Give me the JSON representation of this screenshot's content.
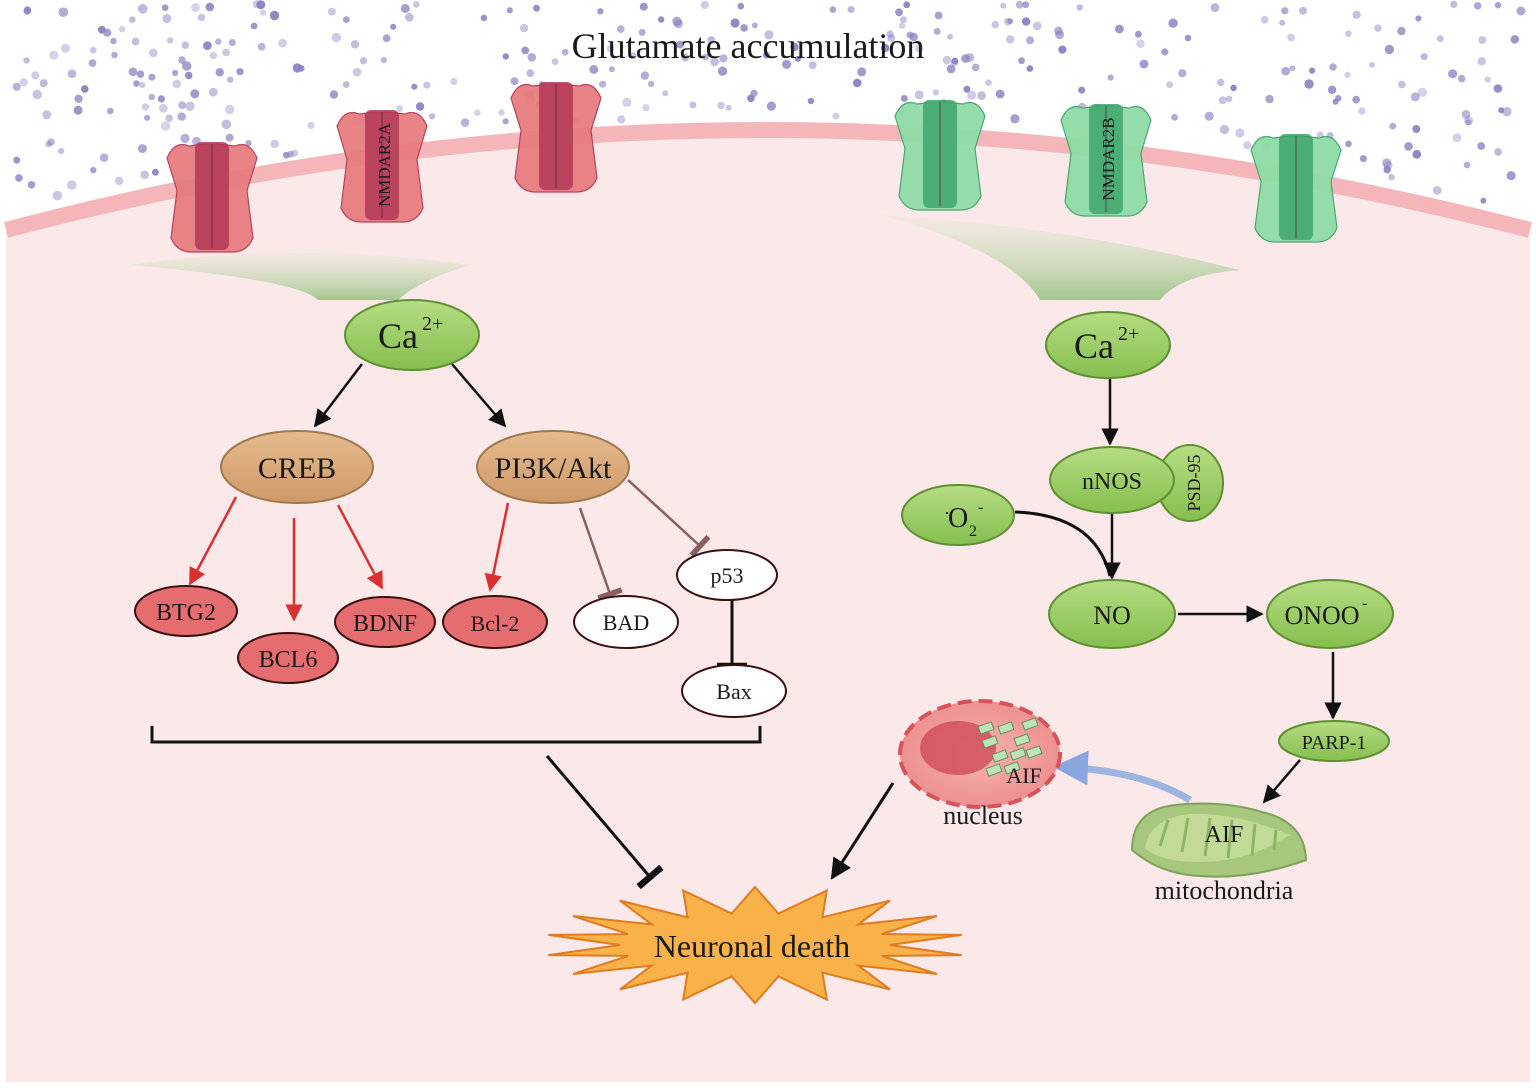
{
  "title": "Glutamate accumulation",
  "colors": {
    "cytoplasm": "#fbe9ea",
    "membrane": "#f4b6b8",
    "glutamate_dot": "#8b7fc0",
    "nmdar2a": "#e77d80",
    "nmdar2a_core": "#b23a57",
    "nmdar2b": "#8fdca6",
    "nmdar2b_core": "#3fa56d",
    "green_node": "#93c95d",
    "tan_node": "#d9a77a",
    "red_node": "#e56d6f",
    "white_node": "#ffffff",
    "activate_red": "#d93030",
    "inhibit_brown": "#8a5f5f",
    "starburst": "#f9b24a",
    "aif_arrow": "#9db3e0"
  },
  "receptors": {
    "left_label": "NMDAR2A",
    "right_label": "NMDAR2B"
  },
  "left_pathway": {
    "ca": {
      "base": "Ca",
      "sup": "2+"
    },
    "creb": "CREB",
    "pi3k": "PI3K/Akt",
    "btg2": "BTG2",
    "bcl6": "BCL6",
    "bdnf": "BDNF",
    "bcl2": "Bcl-2",
    "bad": "BAD",
    "p53": "p53",
    "bax": "Bax"
  },
  "right_pathway": {
    "ca": {
      "base": "Ca",
      "sup": "2+"
    },
    "nnos": "nNOS",
    "psd95": "PSD-95",
    "superoxide": {
      "pre": "·",
      "base": "O",
      "sub": "2",
      "sup": "-"
    },
    "no": "NO",
    "onoo": {
      "base": "ONOO",
      "sup": "-"
    },
    "parp1": "PARP-1",
    "aif_nucleus": "AIF",
    "nucleus": "nucleus",
    "aif_mito": "AIF",
    "mitochondria": "mitochondria"
  },
  "outcome": "Neuronal death"
}
